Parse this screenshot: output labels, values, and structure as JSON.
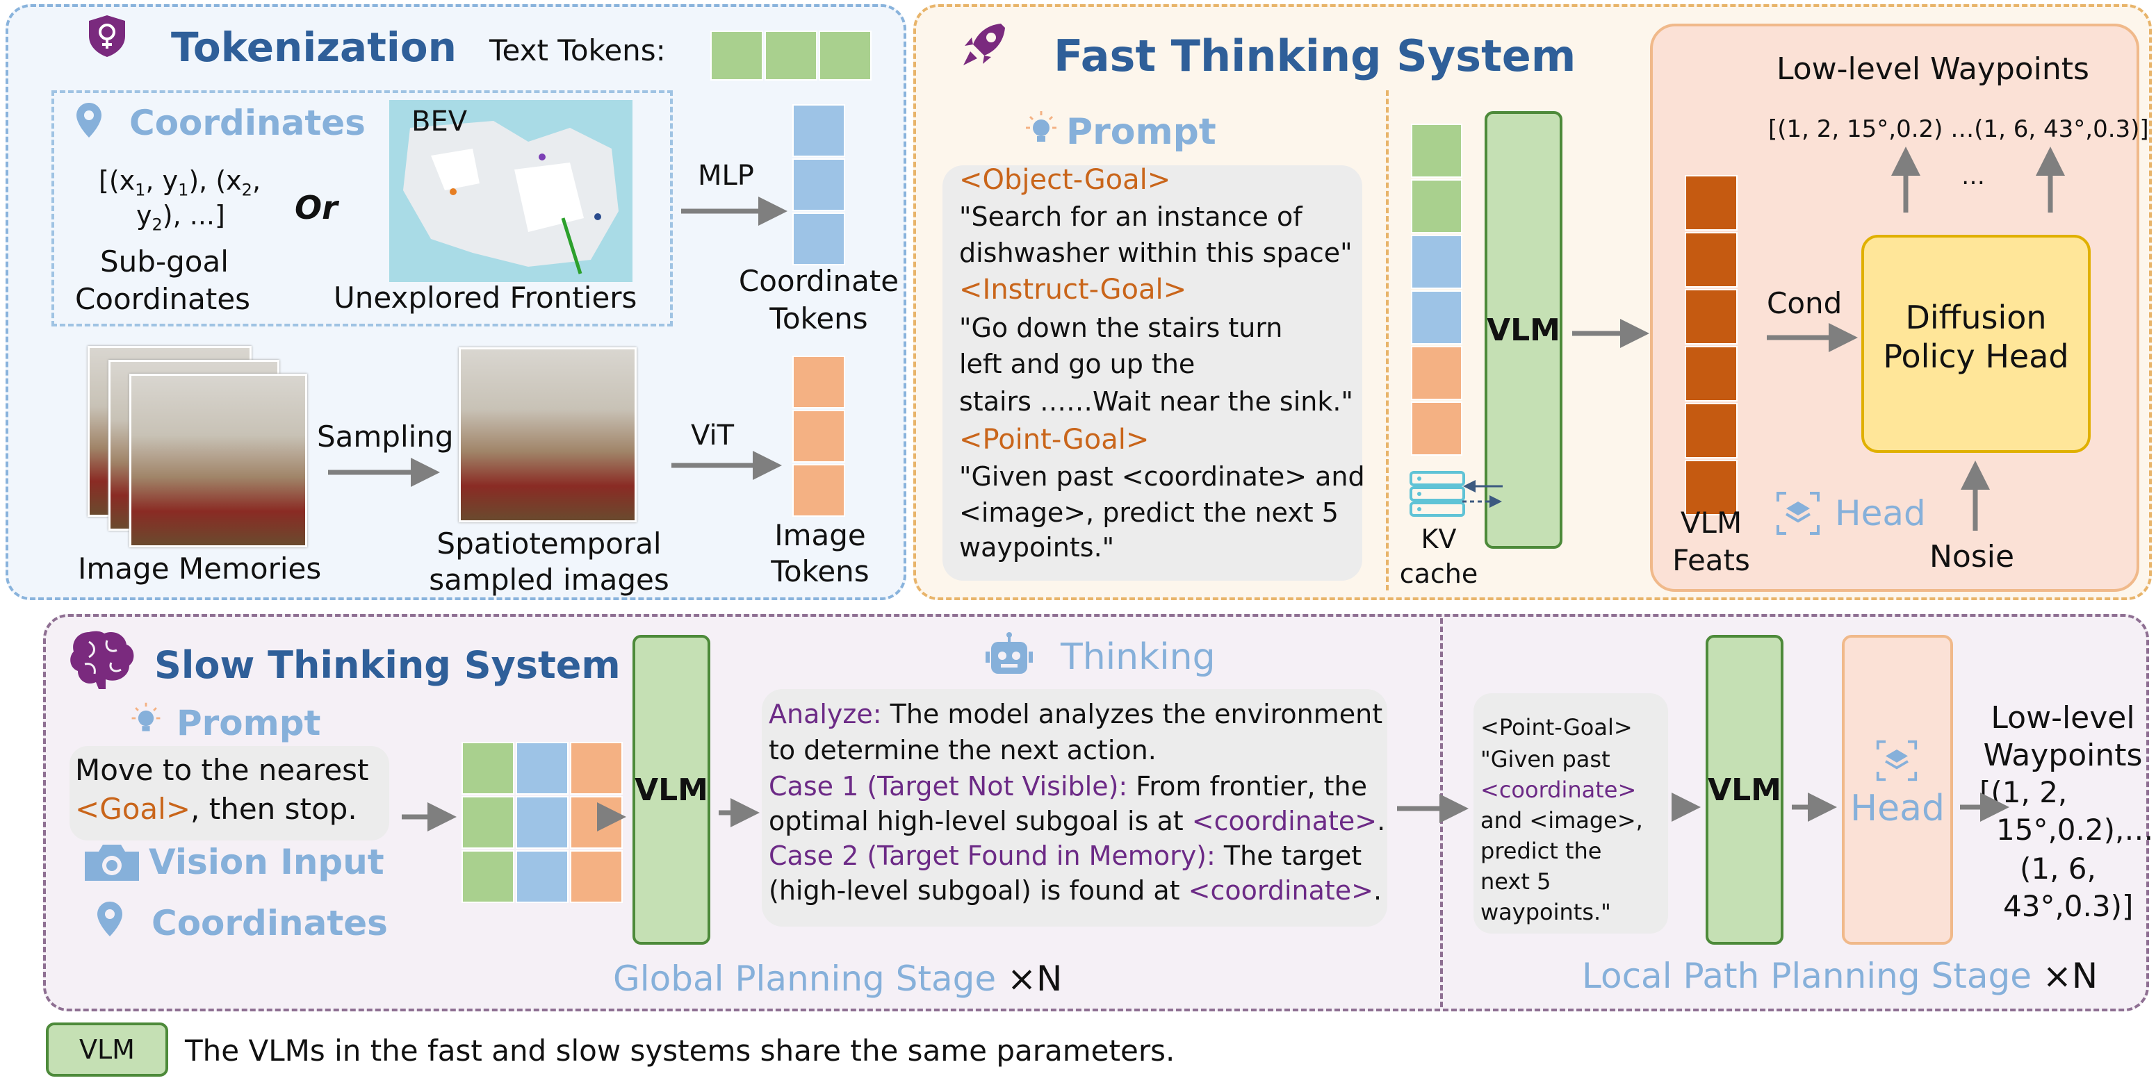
{
  "tokenization": {
    "title": "Tokenization",
    "text_tokens_label": "Text Tokens:",
    "coordinates_label": "Coordinates",
    "coord_expr_line1": "[(x",
    "coord_expr_sub1": "1",
    "coord_expr_mid1": ", y",
    "coord_expr_sub2": "1",
    "coord_expr_mid2": "), (x",
    "coord_expr_sub3": "2",
    "coord_expr_end1": ",",
    "coord_expr_line2a": "y",
    "coord_expr_sub4": "2",
    "coord_expr_line2b": "), ...]",
    "or_label": "Or",
    "bev_label": "BEV",
    "subgoal_label_1": "Sub-goal",
    "subgoal_label_2": "Coordinates",
    "frontiers_label": "Unexplored Frontiers",
    "mlp_label": "MLP",
    "coord_tokens_1": "Coordinate",
    "coord_tokens_2": "Tokens",
    "sampling_label": "Sampling",
    "vit_label": "ViT",
    "image_memories_label": "Image Memories",
    "spatiotemporal_1": "Spatiotemporal",
    "spatiotemporal_2": "sampled images",
    "image_tokens_1": "Image",
    "image_tokens_2": "Tokens"
  },
  "fast": {
    "title": "Fast Thinking System",
    "prompt_label": "Prompt",
    "object_goal": "<Object-Goal>",
    "object_goal_text_1": "\"Search for an instance of",
    "object_goal_text_2": "dishwasher within this space\"",
    "instruct_goal": "<Instruct-Goal>",
    "instruct_text_1": "\"Go down the stairs turn",
    "instruct_text_2": "left and go up the",
    "instruct_text_3": "stairs ……Wait near the sink.\"",
    "point_goal": "<Point-Goal>",
    "point_text_1": "\"Given past <coordinate> and",
    "point_text_2": "<image>, predict the next 5",
    "point_text_3": "waypoints.\"",
    "vlm_label": "VLM",
    "kv_cache_1": "KV",
    "kv_cache_2": "cache",
    "low_level_waypoints": "Low-level Waypoints",
    "waypoints_expr": "[(1, 2, 15°,0.2) …(1, 6, 43°,0.3)]",
    "ellipsis": "…",
    "cond_label": "Cond",
    "diffusion_1": "Diffusion",
    "diffusion_2": "Policy Head",
    "head_label": "Head",
    "nosie_label": "Nosie",
    "vlm_feats_1": "VLM",
    "vlm_feats_2": "Feats"
  },
  "slow": {
    "title": "Slow Thinking System",
    "prompt_label": "Prompt",
    "prompt_text_1": "Move to the nearest",
    "prompt_goal": "<Goal>",
    "prompt_text_2": ", then stop.",
    "vision_input": "Vision Input",
    "coordinates": "Coordinates",
    "vlm_label": "VLM",
    "thinking_label": "Thinking",
    "analyze_key": "Analyze:",
    "analyze_text_1": " The model analyzes the environment",
    "analyze_text_2": "to determine the next action.",
    "case1_key": "Case 1 (Target Not Visible):",
    "case1_text_1": " From frontier, the",
    "case1_text_2": "optimal high-level subgoal is at ",
    "coordinate_tag": "<coordinate>",
    "period": ".",
    "case2_key": "Case 2 (Target Found in Memory):",
    "case2_text_1": " The target",
    "case2_text_2": "(high-level subgoal) is found at ",
    "global_stage": "Global Planning Stage",
    "times_n": "×N",
    "local_point_goal": "<Point-Goal>",
    "local_text_1": "\"Given past",
    "local_coord": "<coordinate>",
    "local_text_2": "and <image>,",
    "local_text_3": "predict the",
    "local_text_4": "next 5",
    "local_text_5": "waypoints.\"",
    "local_vlm": "VLM",
    "local_head": "Head",
    "low_level_1": "Low-level",
    "low_level_2": "Waypoints",
    "lw_1": "[(1, 2,",
    "lw_2": "15°,0.2),…",
    "lw_3": "(1, 6,",
    "lw_4": "43°,0.3)]",
    "local_stage": "Local Path Planning Stage"
  },
  "legend": {
    "vlm_label": "VLM",
    "text": "The VLMs in the fast and slow systems share the same parameters."
  },
  "colors": {
    "text_token": "#a9d08e",
    "coord_token": "#9dc3e6",
    "image_token": "#f4b183",
    "vlm_feat": "#c55a11",
    "vlm_fill": "#c5e0b4",
    "diffusion_fill": "#ffe699"
  }
}
